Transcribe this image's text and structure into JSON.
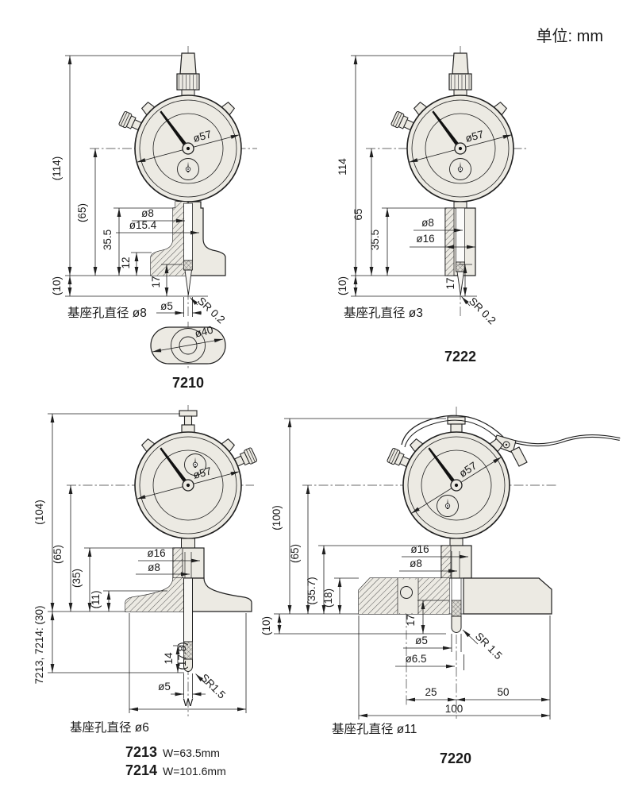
{
  "unit_label": "单位: mm",
  "colors": {
    "body_fill": "#ECEAE3",
    "line": "#1F1F1F"
  },
  "figures": {
    "f7210": {
      "model": "7210",
      "base_hole_label": "基座孔直径 ø8",
      "dims": {
        "height_total": "(114)",
        "height_center": "(65)",
        "height_stem": "35.5",
        "height_base": "12",
        "tip_offset": "(10)",
        "depth_17": "17",
        "dia_8": "ø8",
        "dia_154": "ø15.4",
        "dia_5": "ø5",
        "tip_radius": "SR 0.2",
        "dial_dia": "ø57",
        "base_dia": "ø40"
      }
    },
    "f7222": {
      "model": "7222",
      "base_hole_label": "基座孔直径 ø3",
      "dims": {
        "height_total": "114",
        "height_center": "65",
        "height_stem": "35.5",
        "tip_offset": "(10)",
        "depth_17": "17",
        "dia_8": "ø8",
        "dia_16": "ø16",
        "tip_radius": "SR 0.2",
        "dial_dia": "ø57"
      }
    },
    "f7213": {
      "model_a": "7213",
      "model_a_width": "W=63.5mm",
      "model_b": "7214",
      "model_b_width": "W=101.6mm",
      "base_hole_label": "基座孔直径 ø6",
      "dims": {
        "height_total": "(104)",
        "height_center": "(65)",
        "height_stem": "(35)",
        "height_base": "(11)",
        "probe_ext": "7213, 7214: (30)",
        "probe_14": "14",
        "probe_178": "(17.8)",
        "dia_16": "ø16",
        "dia_8": "ø8",
        "dia_5": "ø5",
        "tip_radius": "SR1.5",
        "base_width": "W",
        "dial_dia": "ø57"
      }
    },
    "f7220": {
      "model": "7220",
      "base_hole_label": "基座孔直径 ø11",
      "dims": {
        "height_total": "(100)",
        "height_center": "(65)",
        "height_stem": "(35.7)",
        "height_base": "(18)",
        "tip_offset": "(10)",
        "depth_17": "17",
        "dia_16": "ø16",
        "dia_8": "ø8",
        "dia_5": "ø5",
        "dia_65": "ø6.5",
        "tip_radius": "SR 1.5",
        "span_25": "25",
        "span_50": "50",
        "span_100": "100",
        "dial_dia": "ø57"
      }
    }
  }
}
